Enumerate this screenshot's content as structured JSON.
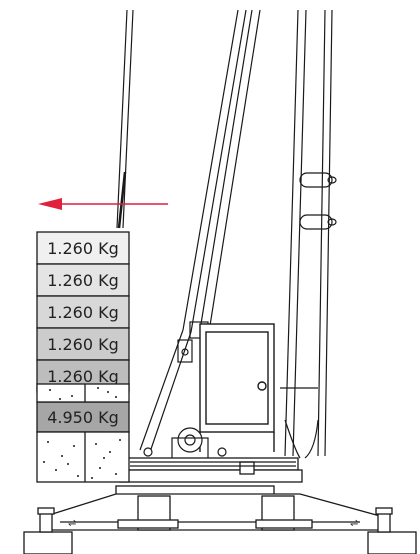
{
  "counterweights": [
    {
      "label": "1.260 Kg",
      "fill": "#f0f0f0"
    },
    {
      "label": "1.260 Kg",
      "fill": "#e4e4e4"
    },
    {
      "label": "1.260 Kg",
      "fill": "#d8d8d8"
    },
    {
      "label": "1.260 Kg",
      "fill": "#cccccc"
    },
    {
      "label": "1.260 Kg",
      "fill": "#bdbdbd"
    }
  ],
  "base_weight": {
    "label": "4.950 Kg",
    "fill": "#a6a6a6"
  },
  "colors": {
    "arrow": "#e0203c",
    "line": "#1a1a1a",
    "concrete": "#ffffff"
  },
  "icons": [
    "arrow-left-icon"
  ]
}
